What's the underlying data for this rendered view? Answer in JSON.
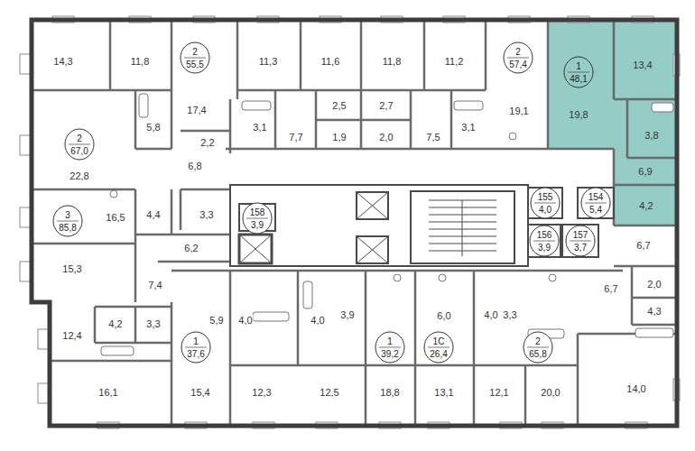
{
  "diagram": {
    "nodes": [
      {
        "text": [
          "2",
          "55,5"
        ]
      },
      {
        "text": [
          "2",
          "57,4"
        ]
      },
      {
        "text": [
          "1",
          "48,1"
        ]
      },
      {
        "text": [
          "2",
          "67,0"
        ]
      },
      {
        "text": [
          "3",
          "85,8"
        ]
      },
      {
        "text": [
          "158",
          "3,9"
        ]
      },
      {
        "text": [
          "155",
          "4,0"
        ]
      },
      {
        "text": [
          "154",
          "5,4"
        ]
      },
      {
        "text": [
          "156",
          "3,9"
        ]
      },
      {
        "text": [
          "157",
          "3,7"
        ]
      },
      {
        "text": [
          "1",
          "37,6"
        ]
      },
      {
        "text": [
          "1",
          "39,2"
        ]
      },
      {
        "text": [
          "1С",
          "26,4"
        ]
      },
      {
        "text": [
          "2",
          "65,8"
        ]
      }
    ],
    "labels": [
      "14,3",
      "11,8",
      "17,4",
      "11,3",
      "11,6",
      "11,8",
      "11,2",
      "19,1",
      "19,8",
      "13,4",
      "5,8",
      "2,5",
      "2,7",
      "3,1",
      "3,1",
      "7,7",
      "1,9",
      "2,0",
      "7,5",
      "2,2",
      "22,8",
      "6,8",
      "3,8",
      "6,9",
      "4,2",
      "16,5",
      "4,4",
      "3,3",
      "6,2",
      "15,3",
      "7,4",
      "4,2",
      "3,3",
      "6,7",
      "6,7",
      "2,0",
      "4,3",
      "5,9",
      "4,0",
      "4,0",
      "3,9",
      "6,0",
      "4,0",
      "3,3",
      "12,4",
      "16,1",
      "15,4",
      "12,3",
      "12,5",
      "18,8",
      "13,1",
      "12,1",
      "20,0",
      "14,0"
    ]
  }
}
